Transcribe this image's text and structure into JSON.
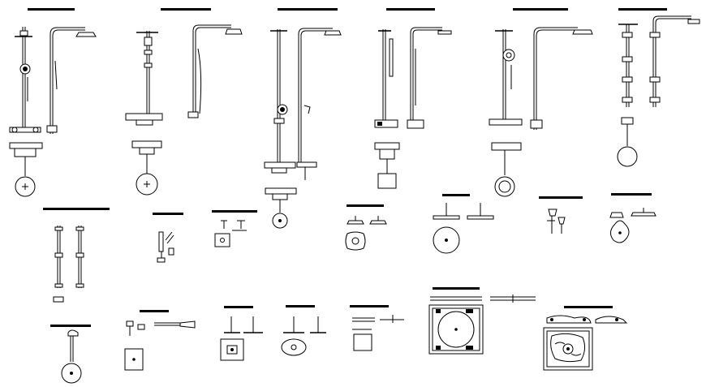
{
  "drawing": {
    "background": "#ffffff",
    "line_color": "#000000",
    "title_bar_color": "#000000",
    "blocks": [
      {
        "id": "shower-column-1",
        "kind": "thermostatic shower column, front and side elevation, mixer plan"
      },
      {
        "id": "shower-column-2",
        "kind": "shower column with hand shower, front and side elevation, mixer plan"
      },
      {
        "id": "shower-column-3",
        "kind": "tall shower column with bath filler, elevations and plan"
      },
      {
        "id": "shower-column-4",
        "kind": "shower column with wall mixer, elevations and square plan"
      },
      {
        "id": "shower-column-5",
        "kind": "thermostatic shower column, elevations and round plan"
      },
      {
        "id": "shower-column-6",
        "kind": "shower column with body jets, elevations and round plan"
      },
      {
        "id": "riser-rails",
        "kind": "shower riser rails"
      },
      {
        "id": "hand-shower",
        "kind": "hand shower with hose"
      },
      {
        "id": "concealed-valve",
        "kind": "concealed valve plate"
      },
      {
        "id": "overhead-shower-1",
        "kind": "overhead shower, elevation and plan"
      },
      {
        "id": "overhead-shower-2",
        "kind": "round overhead shower, elevation and plan"
      },
      {
        "id": "side-sprays",
        "kind": "side spray jets"
      },
      {
        "id": "rain-shower-plan",
        "kind": "rain shower, elevation and plan"
      },
      {
        "id": "wall-spout",
        "kind": "wall spout with round plate"
      },
      {
        "id": "shower-arm",
        "kind": "wall shower arm with head"
      },
      {
        "id": "ceiling-shower-1",
        "kind": "ceiling shower, elevations and square plan"
      },
      {
        "id": "ceiling-shower-2",
        "kind": "ceiling shower, elevations and oval plan"
      },
      {
        "id": "shower-bar",
        "kind": "shower bar, elevation and plan"
      },
      {
        "id": "ceiling-panel",
        "kind": "large ceiling shower panel"
      },
      {
        "id": "bathtub-set",
        "kind": "bathtub with fittings, elevation and plan"
      }
    ]
  }
}
